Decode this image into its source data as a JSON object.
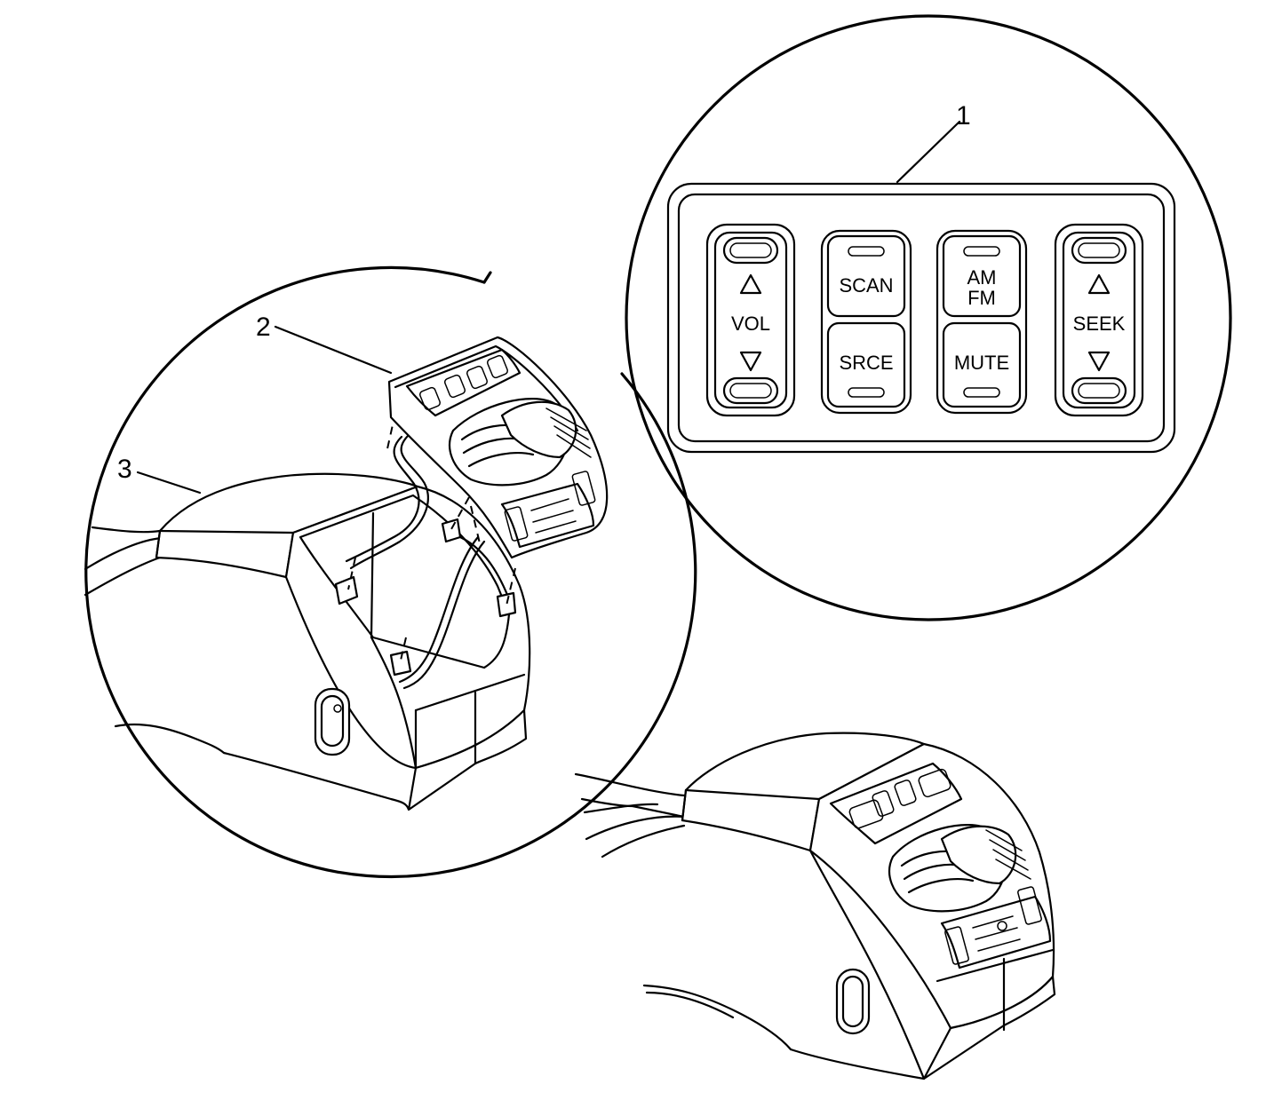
{
  "callouts": {
    "c1": "1",
    "c2": "2",
    "c3": "3"
  },
  "switch_panel": {
    "vol": "VOL",
    "scan": "SCAN",
    "srce": "SRCE",
    "am": "AM",
    "fm": "FM",
    "mute": "MUTE",
    "seek": "SEEK"
  },
  "icons": {
    "up": "triangle-up-icon",
    "down": "triangle-down-icon"
  },
  "colors": {
    "line": "#000000",
    "background": "#ffffff"
  }
}
